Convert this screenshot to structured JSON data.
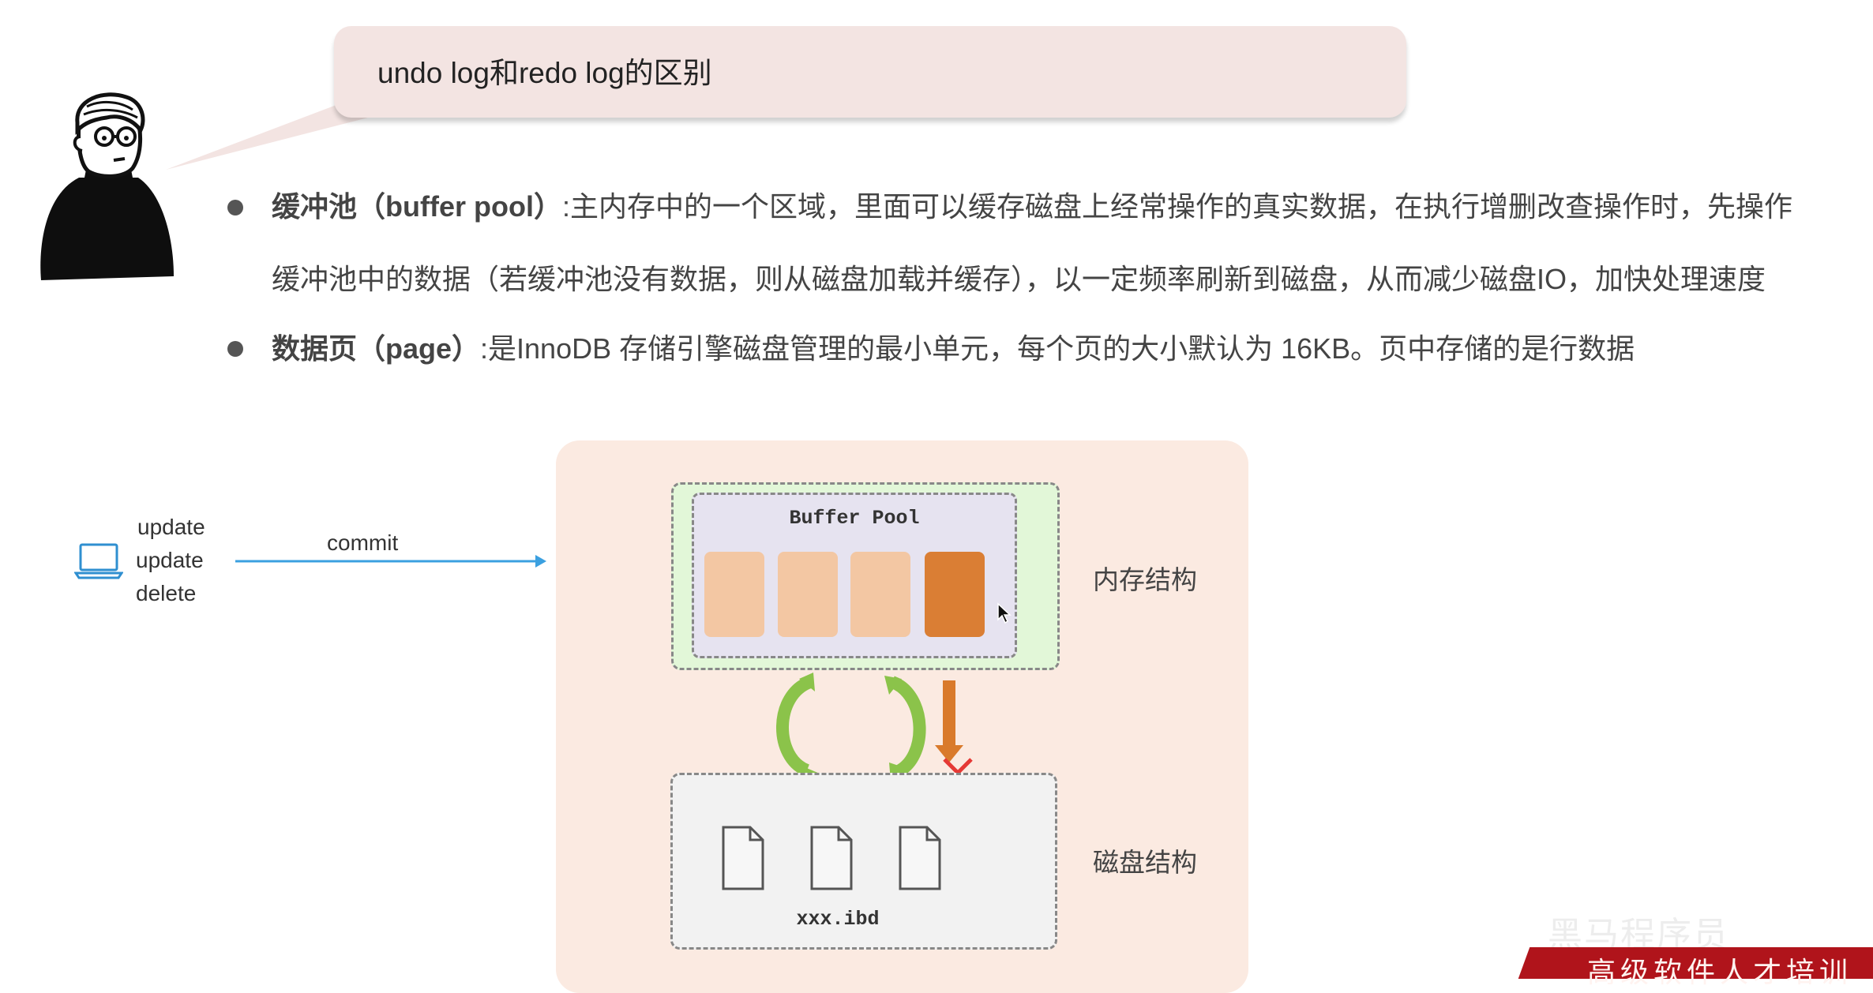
{
  "bubble": {
    "title": "undo log和redo log的区别"
  },
  "bullets": [
    {
      "term": "缓冲池（buffer pool）",
      "line1": ":主内存中的一个区域，里面可以缓存磁盘上经常操作的真实数据，在执行增删改查操作时，先操作",
      "line2": "缓冲池中的数据（若缓冲池没有数据，则从磁盘加载并缓存），以一定频率刷新到磁盘，从而减少磁盘IO，加快处理速度"
    },
    {
      "term": "数据页（page）",
      "line1": ":是InnoDB 存储引擎磁盘管理的最小单元，每个页的大小默认为 16KB。页中存储的是行数据"
    }
  ],
  "diagram": {
    "operations": [
      "update",
      "update",
      "delete"
    ],
    "commit_label": "commit",
    "buffer_pool_label": "Buffer Pool",
    "memory_label": "内存结构",
    "disk_label": "磁盘结构",
    "disk_file_label": "xxx.ibd",
    "colors": {
      "page_clean": "#f3c7a3",
      "page_dirty": "#da7e34",
      "arrow_green": "#8bc34a",
      "arrow_orange": "#d97a2b",
      "cross_red": "#e53935",
      "commit_arrow": "#3ba0e0"
    }
  },
  "watermark": {
    "top_text": "黑马程序员",
    "bar_text": "高级软件人才培训"
  }
}
